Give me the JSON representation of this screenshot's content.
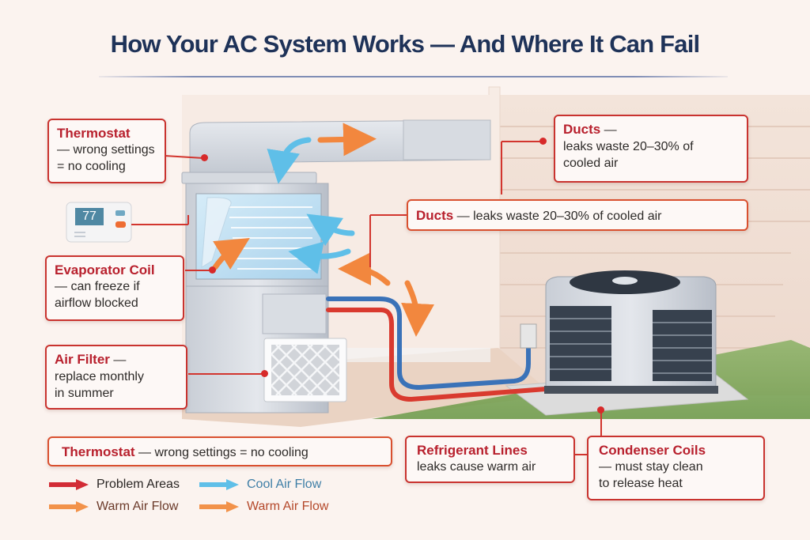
{
  "title": "How Your AC System Works — And Where It Can Fail",
  "thermostat_display": {
    "temperature": "77"
  },
  "callouts": {
    "thermostat": {
      "heading": "Thermostat",
      "line1": "— wrong settings",
      "line2": "= no cooling"
    },
    "ducts_top": {
      "heading": "Ducts",
      "heading_suffix": " —",
      "line1": "leaks waste 20–30% of",
      "line2": "cooled air"
    },
    "ducts_wide": {
      "heading": "Ducts",
      "text": " — leaks waste 20–30% of cooled air"
    },
    "evaporator_coil": {
      "heading": "Evaporator Coil",
      "line1": "— can freeze if",
      "line2": "airflow blocked"
    },
    "air_filter": {
      "heading": "Air Filter",
      "heading_suffix": " —",
      "line1": "replace monthly",
      "line2": "in summer"
    },
    "thermostat_wide": {
      "heading": "Thermostat",
      "text": " — wrong settings = no cooling"
    },
    "refrigerant_lines": {
      "heading": "Refrigerant Lines",
      "line1": "leaks cause warm air"
    },
    "condenser_coils": {
      "heading": "Condenser Coils",
      "line1": "— must stay clean",
      "line2": "to release heat"
    }
  },
  "legend": [
    {
      "label": "Problem Areas",
      "arrow_color": "#d22c36",
      "text_color": "#2a2624"
    },
    {
      "label": "Cool Air Flow",
      "arrow_color": "#5fbfe8",
      "text_color": "#3e7ea6"
    },
    {
      "label": "Warm Air Flow",
      "arrow_color": "#f2924a",
      "text_color": "#6b3a2a"
    },
    {
      "label": "Warm Air Flow",
      "arrow_color": "#f2924a",
      "text_color": "#b4482a"
    }
  ],
  "colors": {
    "title": "#1e3258",
    "problem_red": "#c9332f",
    "cool_air": "#5fbfe8",
    "warm_air": "#f2924a",
    "refrigerant_hot": "#d93a2f",
    "refrigerant_cold": "#3a72b8"
  }
}
